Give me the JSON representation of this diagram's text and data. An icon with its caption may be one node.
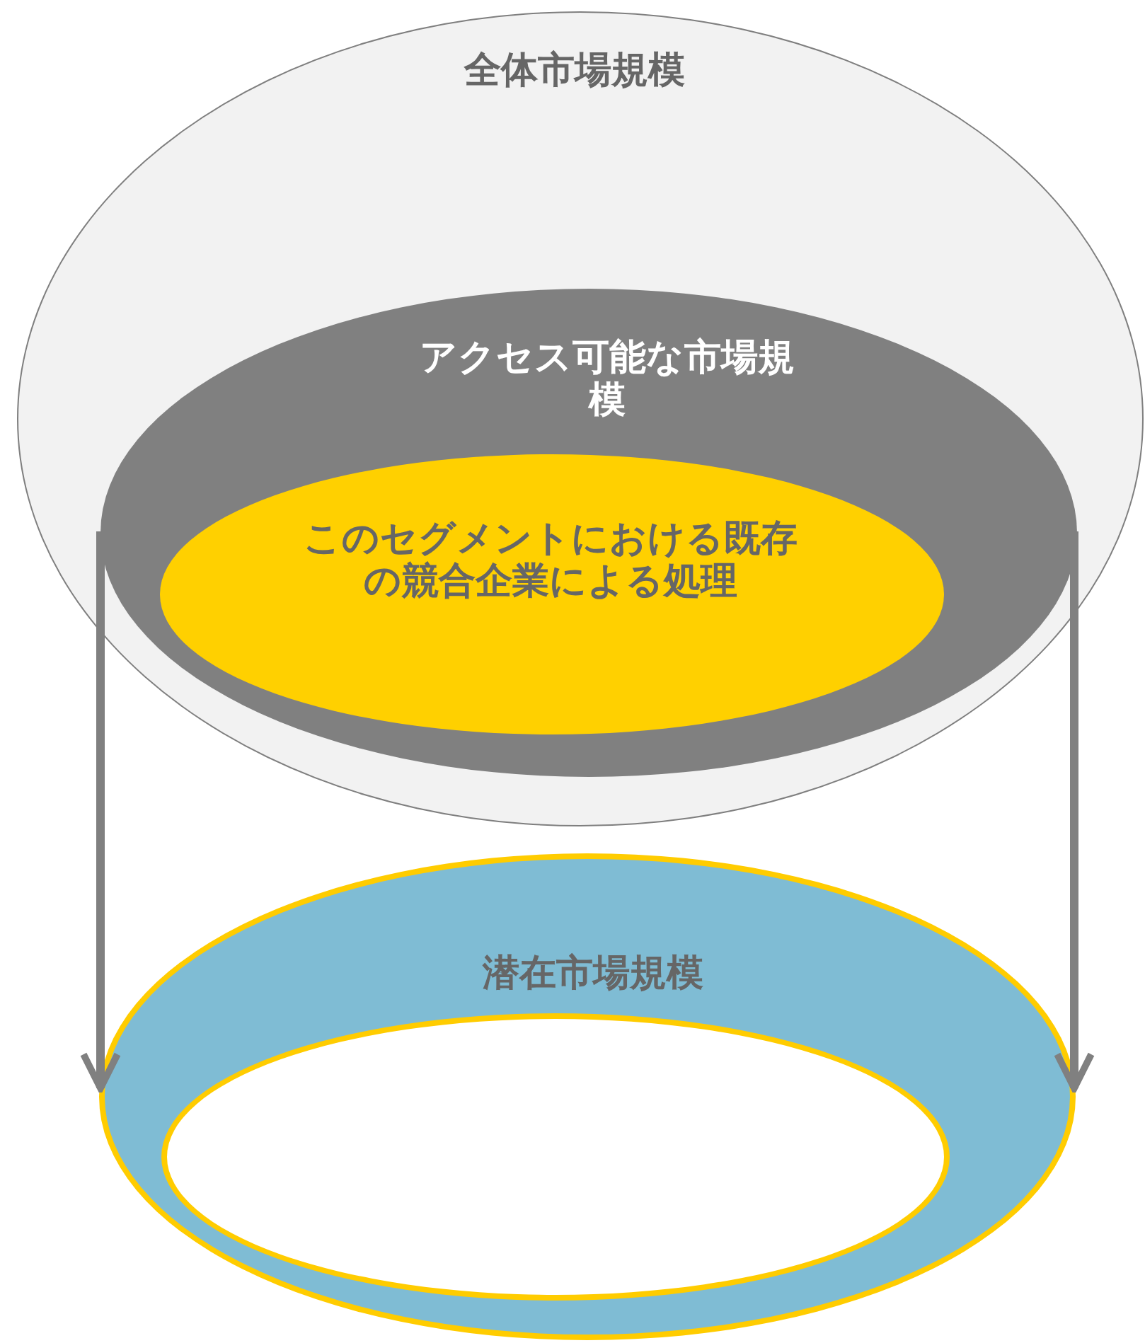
{
  "diagram": {
    "nodes": [
      {
        "text": [
          "全体市場規模"
        ]
      },
      {
        "text": [
          "アクセス可能な市場規模"
        ],
        "in": 0
      },
      {
        "text": [
          "このセグメントにおける既存の競合企業による処理"
        ],
        "in": 1
      },
      {
        "text": [
          "潜在市場規模"
        ]
      },
      {
        "text": [],
        "shape": "circle",
        "in": 3
      }
    ],
    "edges": [
      {
        "from": 1,
        "to": 3,
        "arrow": "to"
      },
      {
        "from": 1,
        "to": 3,
        "arrow": "to"
      }
    ]
  }
}
